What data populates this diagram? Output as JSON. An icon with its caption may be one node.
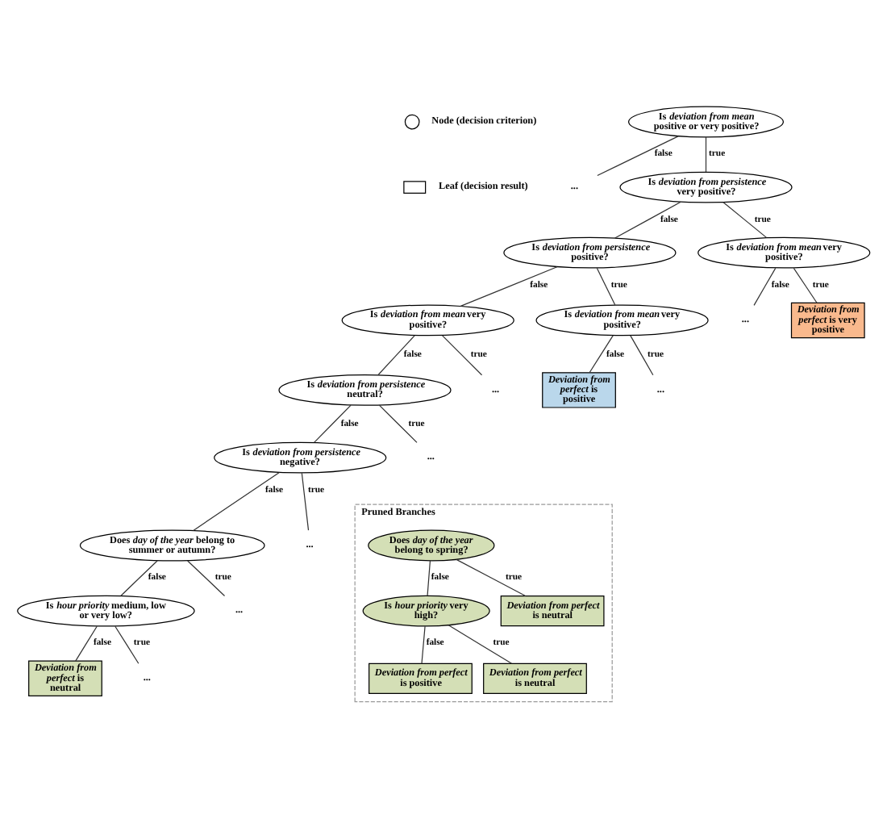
{
  "diagram": {
    "nodes": [
      {
        "text": [
          "Is *deviation from mean* positive or very positive?"
        ]
      },
      {
        "text": [
          "..."
        ]
      },
      {
        "text": [
          "Is *deviation from persistence* very positive?"
        ]
      },
      {
        "text": [
          "Is *deviation from persistence* positive?"
        ]
      },
      {
        "text": [
          "Is *deviation from mean* very positive?"
        ]
      },
      {
        "text": [
          "Is *deviation from mean* very positive?"
        ]
      },
      {
        "text": [
          "Is *deviation from mean* very positive?"
        ]
      },
      {
        "text": [
          "..."
        ]
      },
      {
        "text": [
          "*Deviation from perfect* is very positive"
        ]
      },
      {
        "text": [
          "Is *deviation from persistence* neutral?"
        ]
      },
      {
        "text": [
          "..."
        ]
      },
      {
        "text": [
          "*Deviation from perfect* is positive"
        ]
      },
      {
        "text": [
          "..."
        ]
      },
      {
        "text": [
          "Is *deviation from persistence* negative?"
        ]
      },
      {
        "text": [
          "..."
        ]
      },
      {
        "text": [
          "Does *day of the year* belong to summer or autumn?"
        ]
      },
      {
        "text": [
          "..."
        ]
      },
      {
        "text": [
          "Is *hour priority* medium, low or very low?"
        ]
      },
      {
        "text": [
          "..."
        ]
      },
      {
        "text": [
          "*Deviation from perfect* is neutral"
        ]
      },
      {
        "text": [
          "..."
        ]
      },
      {
        "text": [
          "Pruned Branches"
        ]
      },
      {
        "text": [
          "Does *day of the year* belong to spring?"
        ],
        "in": 21
      },
      {
        "text": [
          "Is *hour priority* very high?"
        ],
        "in": 21
      },
      {
        "text": [
          "*Deviation from perfect* is neutral"
        ],
        "in": 21
      },
      {
        "text": [
          "*Deviation from perfect* is positive"
        ],
        "in": 21
      },
      {
        "text": [
          "*Deviation from perfect* is neutral"
        ],
        "in": 21
      }
    ],
    "edges": [
      {
        "from": 0,
        "to": 1,
        "arrow": "none",
        "label": "false"
      },
      {
        "from": 0,
        "to": 2,
        "arrow": "none",
        "label": "true"
      },
      {
        "from": 2,
        "to": 3,
        "arrow": "none",
        "label": "false"
      },
      {
        "from": 2,
        "to": 4,
        "arrow": "none",
        "label": "true"
      },
      {
        "from": 3,
        "to": 5,
        "arrow": "none",
        "label": "false"
      },
      {
        "from": 3,
        "to": 6,
        "arrow": "none",
        "label": "true"
      },
      {
        "from": 4,
        "to": 7,
        "arrow": "none",
        "label": "false"
      },
      {
        "from": 4,
        "to": 8,
        "arrow": "none",
        "label": "true"
      },
      {
        "from": 5,
        "to": 9,
        "arrow": "none",
        "label": "false"
      },
      {
        "from": 5,
        "to": 10,
        "arrow": "none",
        "label": "true"
      },
      {
        "from": 6,
        "to": 11,
        "arrow": "none",
        "label": "false"
      },
      {
        "from": 6,
        "to": 12,
        "arrow": "none",
        "label": "true"
      },
      {
        "from": 9,
        "to": 13,
        "arrow": "none",
        "label": "false"
      },
      {
        "from": 9,
        "to": 14,
        "arrow": "none",
        "label": "true"
      },
      {
        "from": 13,
        "to": 15,
        "arrow": "none",
        "label": "false"
      },
      {
        "from": 13,
        "to": 16,
        "arrow": "none",
        "label": "true"
      },
      {
        "from": 15,
        "to": 17,
        "arrow": "none",
        "label": "false"
      },
      {
        "from": 15,
        "to": 18,
        "arrow": "none",
        "label": "true"
      },
      {
        "from": 17,
        "to": 19,
        "arrow": "none",
        "label": "false"
      },
      {
        "from": 17,
        "to": 20,
        "arrow": "none",
        "label": "true"
      },
      {
        "from": 22,
        "to": 23,
        "arrow": "none",
        "label": "false"
      },
      {
        "from": 22,
        "to": 24,
        "arrow": "none",
        "label": "true"
      },
      {
        "from": 23,
        "to": 25,
        "arrow": "none",
        "label": "false"
      },
      {
        "from": 23,
        "to": 26,
        "arrow": "none",
        "label": "true"
      }
    ],
    "legend": [
      {
        "text": "Node (decision criterion)"
      },
      {
        "text": "Leaf (decision result)"
      }
    ]
  }
}
